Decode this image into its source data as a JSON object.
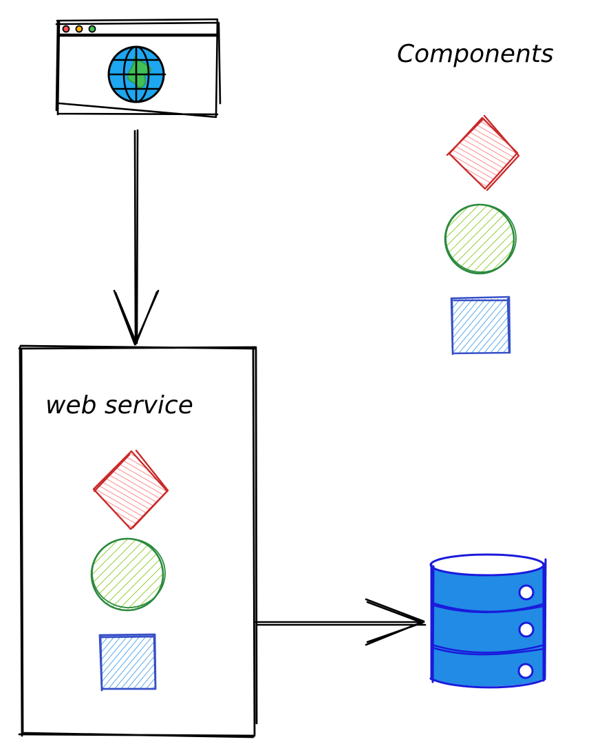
{
  "diagram": {
    "style": "hand-drawn",
    "colors": {
      "stroke": "#000000",
      "red_stroke": "#c92a2a",
      "red_fill": "#ff6b6b",
      "green_stroke": "#2b8a3e",
      "green_fill": "#82c91e",
      "blue_stroke": "#364fc7",
      "blue_fill": "#228be6",
      "db_stroke": "#1a1adb",
      "db_fill": "#228be6",
      "globe_ocean": "#1ea7f0",
      "globe_land": "#40c057",
      "dot_red": "#fa5252",
      "dot_yellow": "#fab005",
      "dot_green": "#40c057"
    },
    "nodes": {
      "browser": {
        "label": "browser window",
        "icon": "globe-icon"
      },
      "legend": {
        "title": "Components",
        "items": [
          {
            "shape": "diamond",
            "color": "red"
          },
          {
            "shape": "circle",
            "color": "green"
          },
          {
            "shape": "square",
            "color": "blue"
          }
        ]
      },
      "web_service": {
        "label": "web service",
        "components": [
          {
            "shape": "diamond",
            "color": "red"
          },
          {
            "shape": "circle",
            "color": "green"
          },
          {
            "shape": "square",
            "color": "blue"
          }
        ]
      },
      "database": {
        "label": "database",
        "icon": "database-icon"
      }
    },
    "edges": [
      {
        "from": "browser",
        "to": "web_service",
        "type": "arrow"
      },
      {
        "from": "web_service",
        "to": "database",
        "type": "arrow"
      }
    ]
  }
}
